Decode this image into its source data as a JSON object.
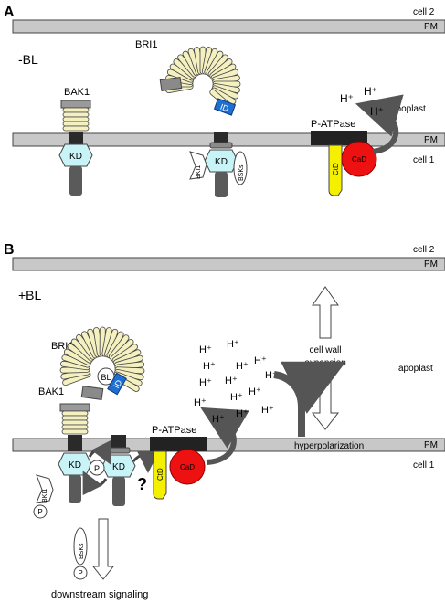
{
  "panel_a": {
    "letter": "A",
    "condition": "-BL",
    "cell_top": "cell 2",
    "pm_top": "PM",
    "pm_bottom": "PM",
    "cell_bottom": "cell 1",
    "apoplast": "apoplast",
    "bri1": "BRI1",
    "bak1": "BAK1",
    "kd": "KD",
    "id": "ID",
    "bki1": "BKI1",
    "bsks": "BSKs",
    "patpase": "P-ATPase",
    "ctd": "CtD",
    "cad": "CaD",
    "h_plus": "H⁺"
  },
  "panel_b": {
    "letter": "B",
    "condition": "+BL",
    "cell_top": "cell 2",
    "pm_top": "PM",
    "pm_bottom": "PM",
    "cell_bottom": "cell 1",
    "apoplast": "apoplast",
    "bri1": "BRI1",
    "bak1": "BAK1",
    "bl": "BL",
    "kd": "KD",
    "id": "ID",
    "p": "P",
    "question": "?",
    "bki1": "BKI1",
    "bsks": "BSKs",
    "patpase": "P-ATPase",
    "ctd": "CtD",
    "cad": "CaD",
    "h_plus": "H⁺",
    "cell_wall_line1": "cell wall",
    "cell_wall_line2": "expansion",
    "hyperpolarization": "hyperpolarization",
    "downstream": "downstream signaling"
  },
  "colors": {
    "membrane": "#c8c8c8",
    "coil": "#f4f0c0",
    "kinase": "#c8f4f8",
    "dark": "#4a4a4a",
    "id_blue": "#1f6fd0",
    "cad_red": "#ee1111",
    "ctd_yellow": "#f4f000"
  }
}
